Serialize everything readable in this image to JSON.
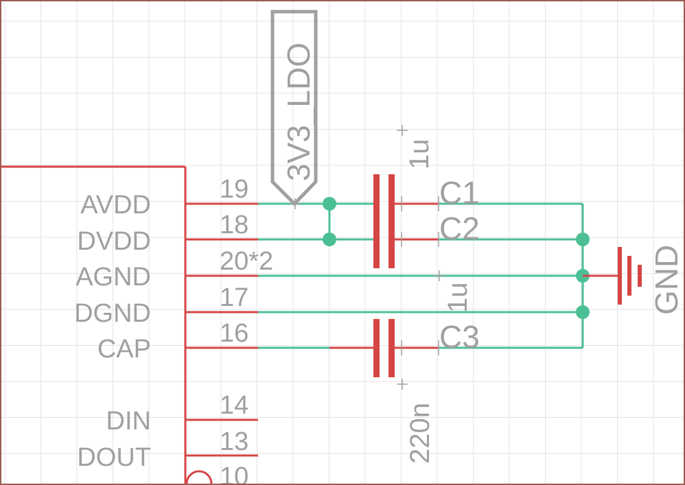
{
  "colors": {
    "background": "#ffffff",
    "grid": "#e3e3e3",
    "border": "#9b5b52",
    "component": "#d64545",
    "net": "#4cbf95",
    "text": "#a0a0a0",
    "outline": "#a0a0a0"
  },
  "ic": {
    "pins": [
      {
        "name": "AVDD",
        "number": "19"
      },
      {
        "name": "DVDD",
        "number": "18"
      },
      {
        "name": "AGND",
        "number": "20*2"
      },
      {
        "name": "DGND",
        "number": "17"
      },
      {
        "name": "CAP",
        "number": "16"
      },
      {
        "name": "DIN",
        "number": "14"
      },
      {
        "name": "DOUT",
        "number": "13"
      },
      {
        "name": "",
        "number": "10"
      }
    ]
  },
  "supply_label": "3V3_LDO",
  "capacitors": [
    {
      "ref": "C1",
      "value": "1u"
    },
    {
      "ref": "C2",
      "value": "1u"
    },
    {
      "ref": "C3",
      "value": "220n"
    }
  ],
  "ground_label": "GND"
}
